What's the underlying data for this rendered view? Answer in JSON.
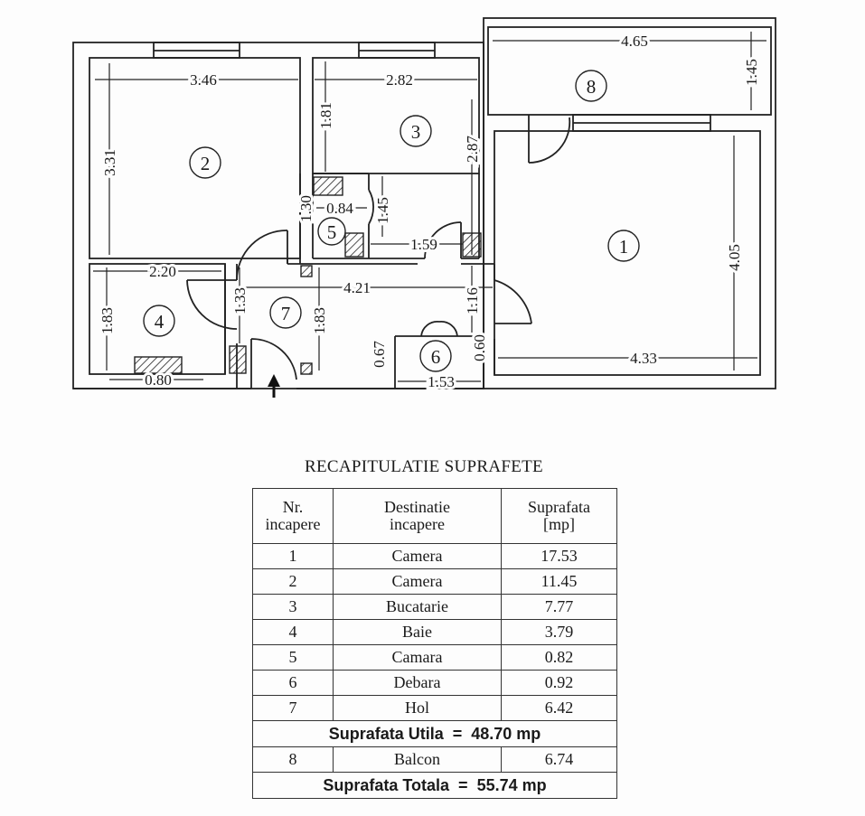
{
  "plan": {
    "rooms": [
      {
        "num": "1"
      },
      {
        "num": "2"
      },
      {
        "num": "3"
      },
      {
        "num": "4"
      },
      {
        "num": "5"
      },
      {
        "num": "6"
      },
      {
        "num": "7"
      },
      {
        "num": "8"
      }
    ],
    "dims": [
      "4.65",
      "1.45",
      "3.46",
      "3.31",
      "2.82",
      "1.81",
      "2.87",
      "4.05",
      "0.84",
      "1.45",
      "1.30",
      "1.59",
      "2.20",
      "1.83",
      "1.33",
      "4.21",
      "1.83",
      "1.16",
      "0.67",
      "0.60",
      "4.33",
      "0.80",
      "1.53"
    ]
  },
  "recap": {
    "title": "RECAPITULATIE SUPRAFETE",
    "headers": {
      "nr_line1": "Nr.",
      "nr_line2": "incapere",
      "dest_line1": "Destinatie",
      "dest_line2": "incapere",
      "supr_line1": "Suprafata",
      "supr_line2": "[mp]"
    },
    "rows": [
      {
        "nr": "1",
        "dest": "Camera",
        "supr": "17.53"
      },
      {
        "nr": "2",
        "dest": "Camera",
        "supr": "11.45"
      },
      {
        "nr": "3",
        "dest": "Bucatarie",
        "supr": "7.77"
      },
      {
        "nr": "4",
        "dest": "Baie",
        "supr": "3.79"
      },
      {
        "nr": "5",
        "dest": "Camara",
        "supr": "0.82"
      },
      {
        "nr": "6",
        "dest": "Debara",
        "supr": "0.92"
      },
      {
        "nr": "7",
        "dest": "Hol",
        "supr": "6.42"
      }
    ],
    "utila": "Suprafata Utila  =  48.70 mp",
    "balcon": {
      "nr": "8",
      "dest": "Balcon",
      "supr": "6.74"
    },
    "totala": "Suprafata Totala  =  55.74 mp"
  }
}
